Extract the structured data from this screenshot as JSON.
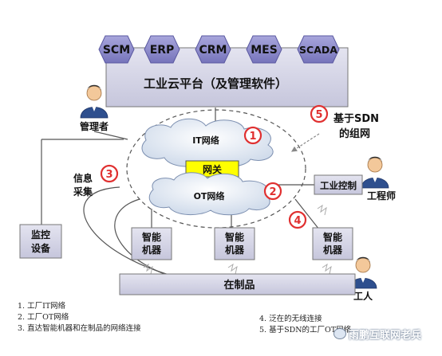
{
  "platform": {
    "title": "工业云平台（及管理软件）",
    "modules": [
      "SCM",
      "ERP",
      "CRM",
      "MES",
      "SCADA"
    ]
  },
  "actors": {
    "manager": "管理者",
    "engineer": "工程师",
    "worker": "工人"
  },
  "networks": {
    "it": "IT网络",
    "ot": "OT网络",
    "gateway": "网关"
  },
  "markers": {
    "m1": "1",
    "m2": "2",
    "m3": "3",
    "m4": "4",
    "m5": "5"
  },
  "annotations": {
    "sdn_line1": "基于SDN",
    "sdn_line2": "的组网",
    "info_line1": "信息",
    "info_line2": "采集"
  },
  "devices": {
    "industrial_control": "工业控制",
    "monitor_line1": "监控",
    "monitor_line2": "设备",
    "smart_machine_line1": "智能",
    "smart_machine_line2": "机器",
    "wip": "在制品"
  },
  "legend": [
    "1.   工厂IT网络",
    "2.   工厂OT网络",
    "3.   直达智能机器和在制品的网络连接",
    "4.   泛在的无线连接",
    "5.   基于SDN的工厂OT网络"
  ],
  "watermark": "雨鹏互联网老兵",
  "colors": {
    "box_fill": "#cfcfe3",
    "hex_fill": "#8c8ac9",
    "cloud_fill": "#dbe4f0",
    "gateway_fill": "#ffff00",
    "marker_red": "#e03030"
  }
}
